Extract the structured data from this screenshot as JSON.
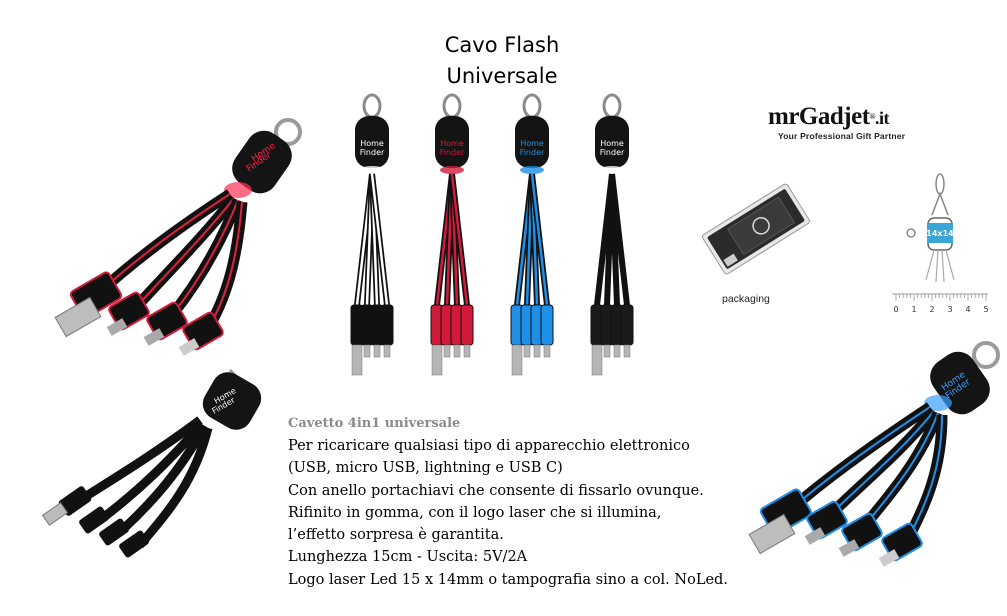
{
  "page": {
    "title_lines": [
      "Cavo Flash",
      "Universale"
    ]
  },
  "brand": {
    "name": "mrGadjet",
    "registered": "®",
    "tld": ".it",
    "tagline": "Your Professional Gift Partner"
  },
  "packaging": {
    "label": "packaging"
  },
  "size_diagram": {
    "print_area_label": "14x14",
    "ruler_ticks": [
      "0",
      "1",
      "2",
      "3",
      "4",
      "5"
    ]
  },
  "product_logo_text": [
    "Home",
    "Finder"
  ],
  "variant_colors": [
    "#ffffff",
    "#d21a3a",
    "#1e90e8",
    "#1a1a1a"
  ],
  "description": {
    "heading": "Cavetto 4in1 universale",
    "lines": [
      "Per ricaricare qualsiasi tipo di apparecchio elettronico",
      "(USB, micro USB, lightning e USB C)",
      "Con anello portachiavi che consente di fissarlo ovunque.",
      "Rifinito in gomma, con il logo laser che si illumina,",
      "l’effetto sorpresa è garantita.",
      "Lunghezza 15cm - Uscita: 5V/2A",
      "Logo laser Led 15 x 14mm  o tampografia sino a col. NoLed."
    ]
  }
}
